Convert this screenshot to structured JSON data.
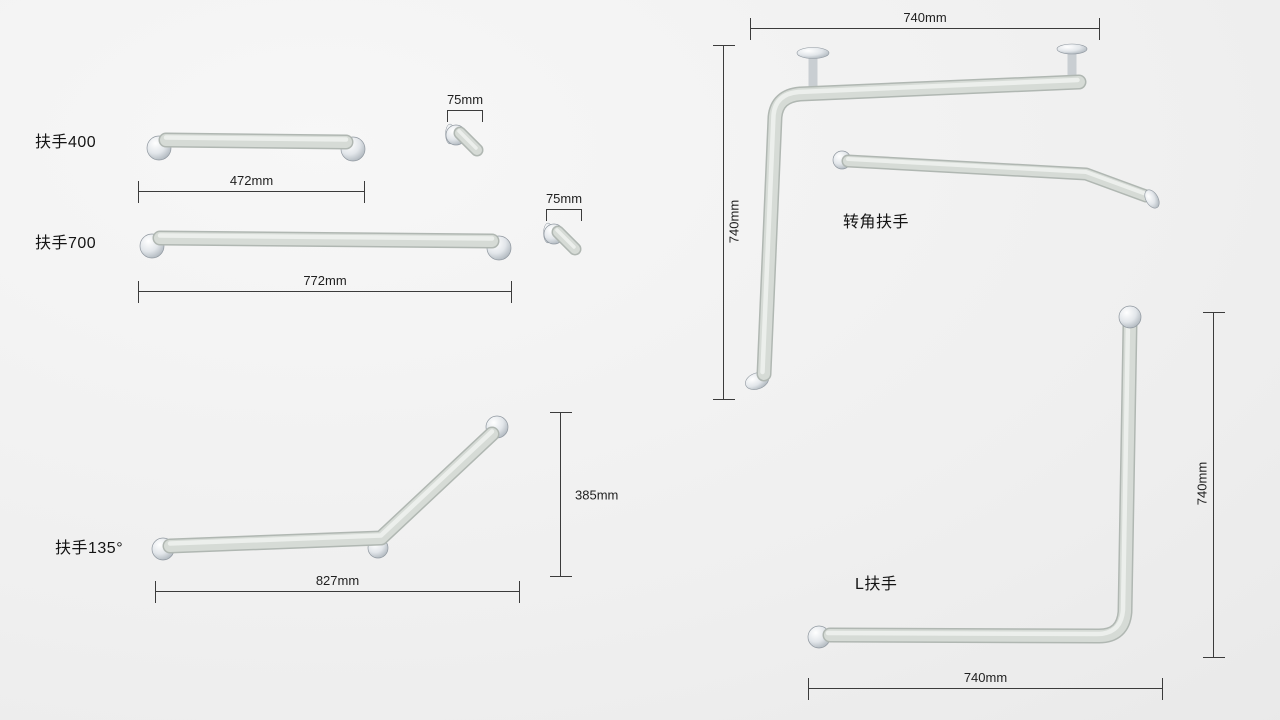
{
  "figures": {
    "bar400": {
      "label": "扶手400",
      "length": "472mm"
    },
    "mount_detail_top": {
      "depth": "75mm"
    },
    "bar700": {
      "label": "扶手700",
      "length": "772mm"
    },
    "mount_detail_mid": {
      "depth": "75mm"
    },
    "bar135": {
      "label": "扶手135°",
      "length": "827mm",
      "height": "385mm"
    },
    "corner_bar": {
      "label": "转角扶手",
      "width": "740mm",
      "height": "740mm"
    },
    "l_bar": {
      "label": "L扶手",
      "width": "740mm",
      "height": "740mm"
    }
  },
  "colors": {
    "background": "#efefef",
    "tube_body": "#d6dbd6",
    "tube_edge": "#b0b7b2",
    "tube_highlight": "#ecefec",
    "chrome_light": "#ffffff",
    "chrome_dark": "#8e979f",
    "dimension_line": "#3b3b3b",
    "text": "#1f1f1f"
  }
}
